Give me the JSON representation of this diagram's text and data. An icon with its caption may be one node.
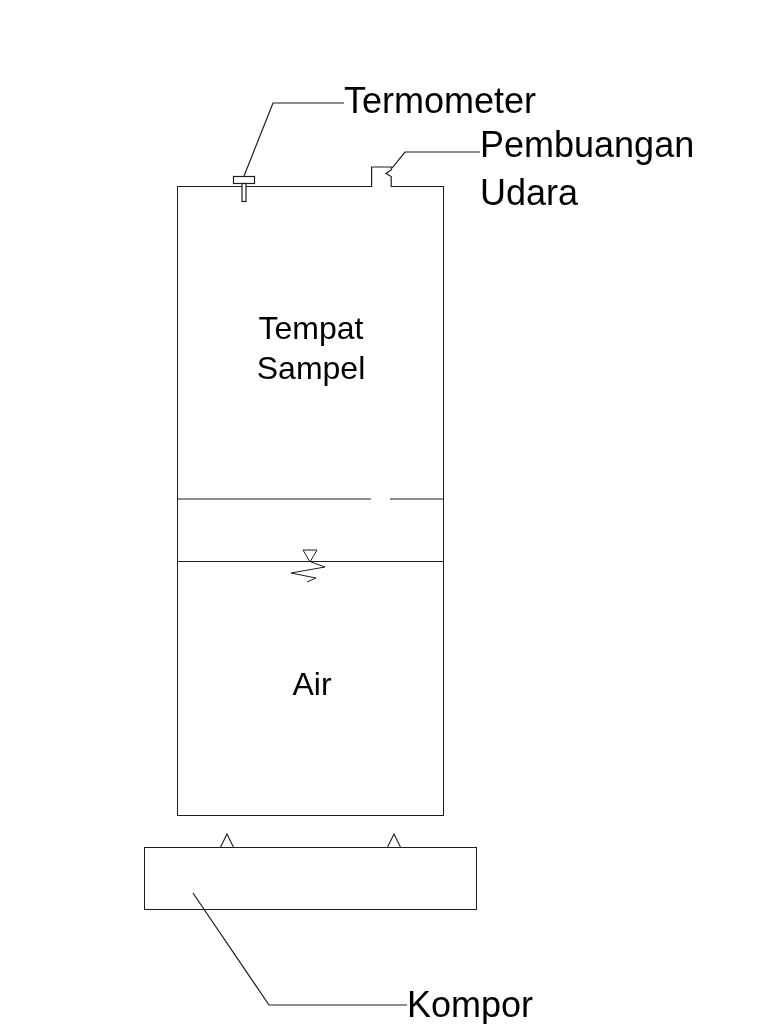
{
  "diagram": {
    "nodes": [
      {
        "text": [
          "Termometer"
        ]
      },
      {
        "text": [
          "Pembuangan Udara"
        ]
      },
      {
        "text": [],
        "shape": "picture"
      },
      {
        "text": [],
        "shape": "picture"
      },
      {
        "text": [],
        "shape": "box"
      },
      {
        "text": [
          "Tempat Sampel"
        ],
        "in": 4
      },
      {
        "text": [
          "Air"
        ],
        "in": 4
      },
      {
        "text": [],
        "shape": "box"
      },
      {
        "text": [
          "Kompor"
        ]
      }
    ],
    "edges": [
      {
        "from": 0,
        "to": 2,
        "arrow": "none"
      },
      {
        "from": 1,
        "to": 3,
        "arrow": "none"
      },
      {
        "from": 8,
        "to": 7,
        "arrow": "none"
      }
    ]
  }
}
